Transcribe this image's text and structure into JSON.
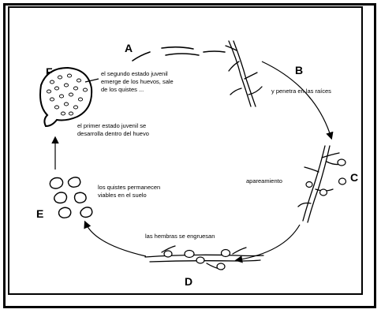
{
  "diagram": {
    "stages": {
      "a": {
        "letter": "A"
      },
      "b": {
        "letter": "B",
        "caption": "y penetra en las raíces"
      },
      "c": {
        "letter": "C",
        "caption": "apareamiento"
      },
      "d": {
        "letter": "D",
        "caption": "las hembras se engruesan"
      },
      "e": {
        "letter": "E",
        "caption_line1": "los quistes permanecen",
        "caption_line2": "viables en el suelo"
      },
      "f": {
        "letter": "F",
        "caption_line1": "el segundo estado juvenil",
        "caption_line2": "emerge de los huevos, sale",
        "caption_line3": "de los quistes ..."
      },
      "f_to_e": {
        "caption_line1": "el primer estado juvenil se",
        "caption_line2": "desarrolla dentro del huevo"
      }
    }
  }
}
